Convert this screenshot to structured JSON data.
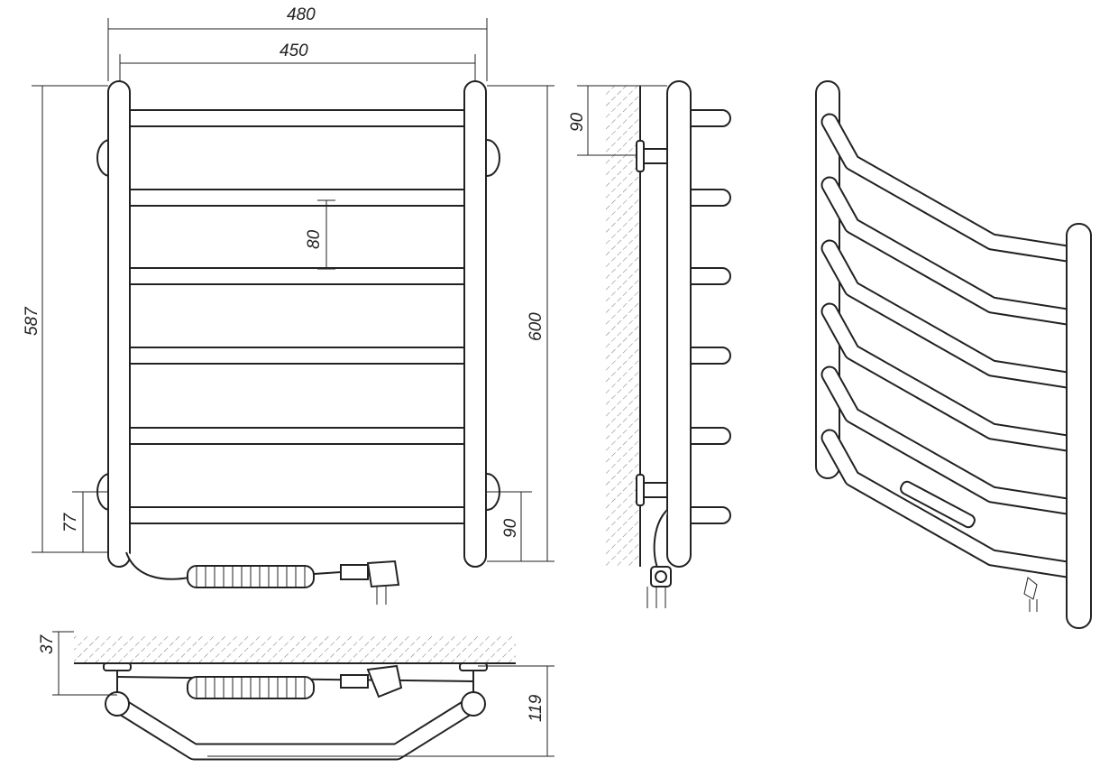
{
  "drawing": {
    "title": "Heated towel rail dimensional drawing",
    "dimensions": {
      "overall_width": "480",
      "center_width": "450",
      "rung_spacing": "80",
      "height_mount": "587",
      "overall_height": "600",
      "bottom_offset_left": "77",
      "bottom_offset_right": "90",
      "side_top_offset": "90",
      "wall_gap": "37",
      "depth": "119"
    },
    "line_color": "#222222",
    "background": "#ffffff"
  }
}
